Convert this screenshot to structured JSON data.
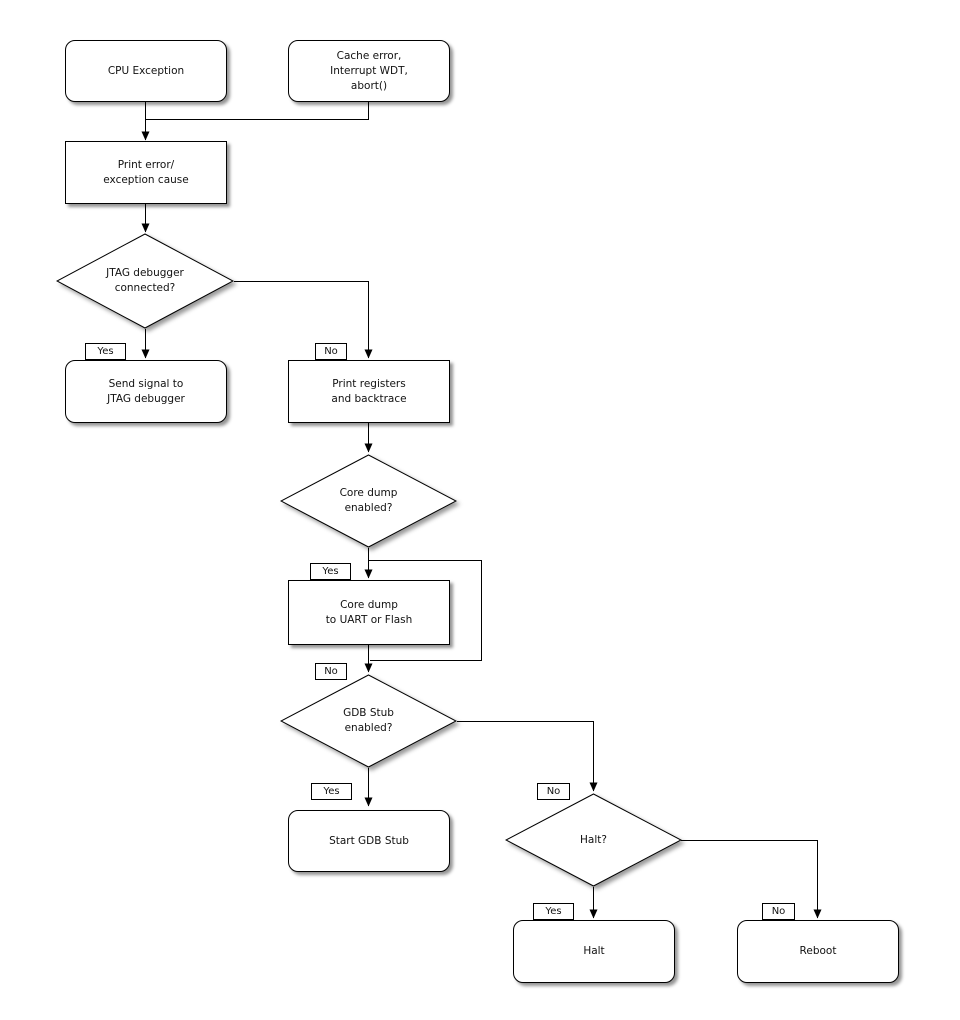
{
  "diagram": {
    "type": "flowchart",
    "background": "#ffffff",
    "stroke_color": "#000000",
    "node_fill": "#ffffff",
    "text_color": "#111111",
    "nodes": {
      "cpu_exception": {
        "label": "CPU Exception",
        "shape": "rounded-rect"
      },
      "cache_error": {
        "label": "Cache error,\nInterrupt WDT,\nabort()",
        "shape": "rounded-rect"
      },
      "print_error": {
        "label": "Print error/\nexception cause",
        "shape": "rect"
      },
      "jtag_connected": {
        "label": "JTAG debugger\nconnected?",
        "shape": "diamond"
      },
      "send_signal": {
        "label": "Send signal to\nJTAG debugger",
        "shape": "rounded-rect"
      },
      "print_registers": {
        "label": "Print registers\nand backtrace",
        "shape": "rect"
      },
      "core_dump_enabled": {
        "label": "Core dump\nenabled?",
        "shape": "diamond"
      },
      "core_dump": {
        "label": "Core dump\nto UART or Flash",
        "shape": "rect"
      },
      "gdb_stub_enabled": {
        "label": "GDB Stub\nenabled?",
        "shape": "diamond"
      },
      "start_gdb_stub": {
        "label": "Start GDB Stub",
        "shape": "rounded-rect"
      },
      "halt_question": {
        "label": "Halt?",
        "shape": "diamond"
      },
      "halt": {
        "label": "Halt",
        "shape": "rounded-rect"
      },
      "reboot": {
        "label": "Reboot",
        "shape": "rounded-rect"
      }
    },
    "edge_labels": {
      "jtag_yes": "Yes",
      "jtag_no": "No",
      "core_dump_yes": "Yes",
      "core_dump_no": "No",
      "gdb_stub_yes": "Yes",
      "gdb_stub_no": "No",
      "halt_yes": "Yes",
      "halt_no": "No"
    },
    "edges": [
      {
        "from": "cpu_exception",
        "to": "print_error",
        "label": ""
      },
      {
        "from": "cache_error",
        "to": "print_error",
        "label": ""
      },
      {
        "from": "print_error",
        "to": "jtag_connected",
        "label": ""
      },
      {
        "from": "jtag_connected",
        "to": "send_signal",
        "label": "Yes"
      },
      {
        "from": "jtag_connected",
        "to": "print_registers",
        "label": "No"
      },
      {
        "from": "print_registers",
        "to": "core_dump_enabled",
        "label": ""
      },
      {
        "from": "core_dump_enabled",
        "to": "core_dump",
        "label": "Yes"
      },
      {
        "from": "core_dump_enabled",
        "to": "gdb_stub_enabled",
        "label": "No"
      },
      {
        "from": "core_dump",
        "to": "gdb_stub_enabled",
        "label": ""
      },
      {
        "from": "gdb_stub_enabled",
        "to": "start_gdb_stub",
        "label": "Yes"
      },
      {
        "from": "gdb_stub_enabled",
        "to": "halt_question",
        "label": "No"
      },
      {
        "from": "halt_question",
        "to": "halt",
        "label": "Yes"
      },
      {
        "from": "halt_question",
        "to": "reboot",
        "label": "No"
      }
    ]
  }
}
